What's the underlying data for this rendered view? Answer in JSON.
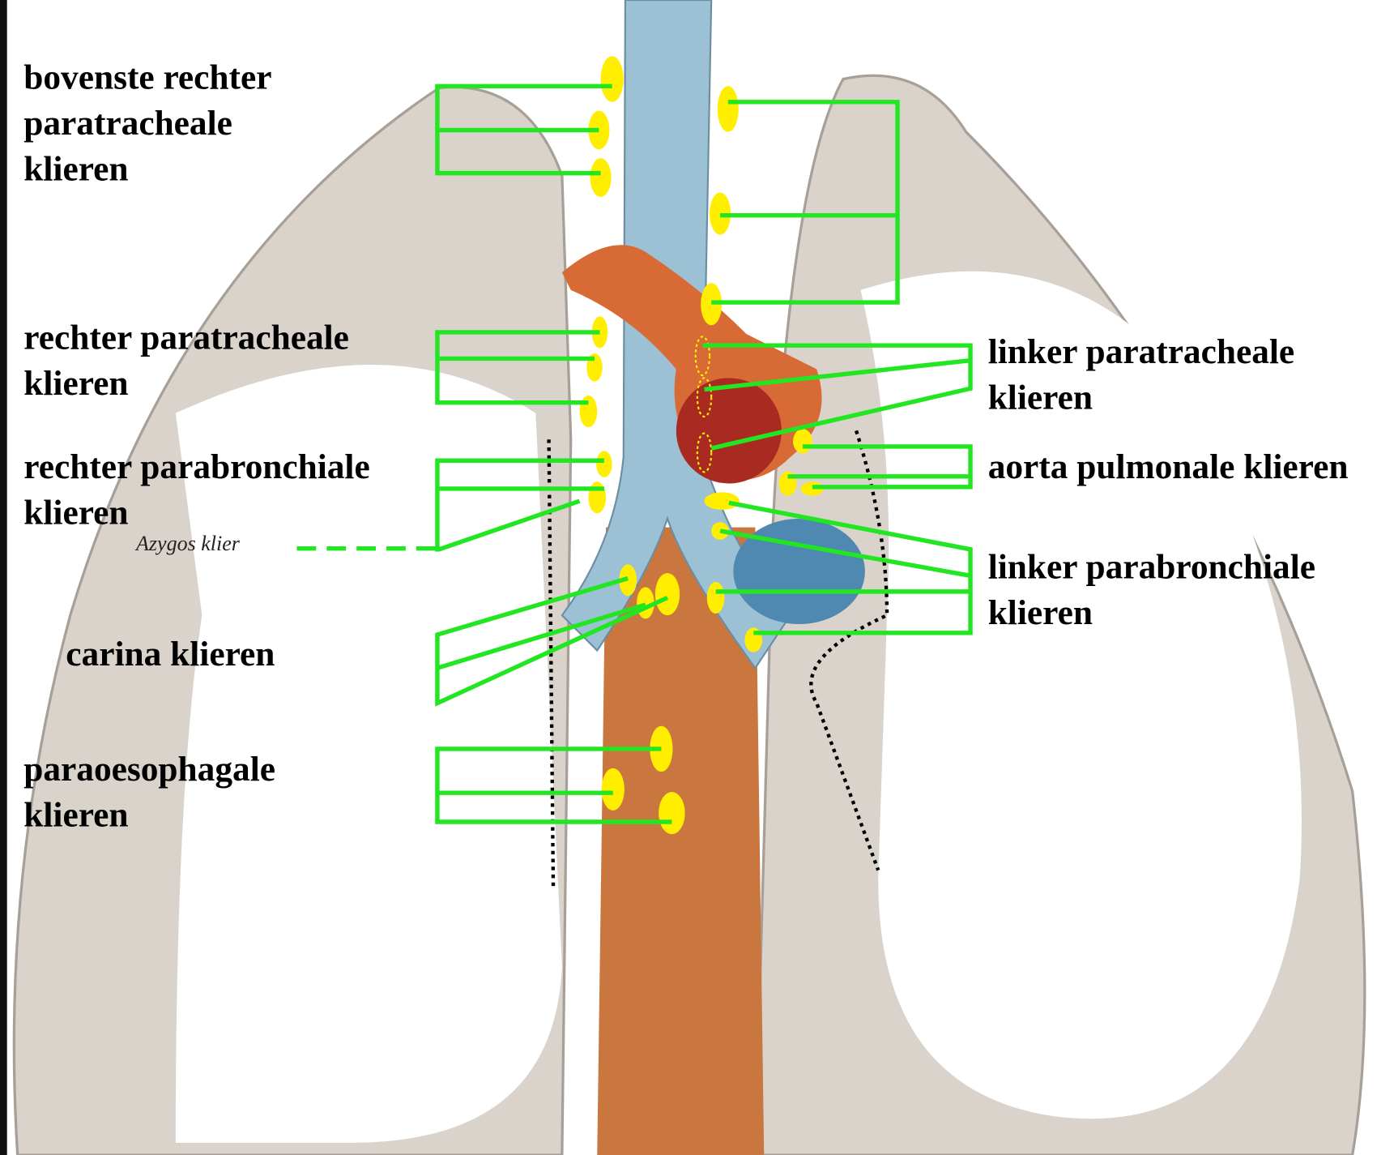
{
  "labels": {
    "upper_right_paratracheal": [
      "bovenste rechter",
      "paratracheale",
      "klieren"
    ],
    "right_paratracheal": [
      "rechter paratracheale",
      "klieren"
    ],
    "right_parabronchial": [
      "rechter parabronchiale",
      "klieren"
    ],
    "azygos": "Azygos klier",
    "carina": "carina klieren",
    "paraoesophageal": [
      "paraoesophagale",
      "klieren"
    ],
    "left_paratracheal": [
      "linker paratracheale",
      "klieren"
    ],
    "aortopulmonary": "aorta pulmonale klieren",
    "left_parabronchial": [
      "linker parabronchiale",
      "klieren"
    ]
  },
  "colors": {
    "leader_line": "#22e622",
    "lymph_node": "#ffee00",
    "lung": "#d9d3cc",
    "trachea": "#9cc0d4",
    "aorta": "#d86a35",
    "esophagus": "#c9773f"
  }
}
